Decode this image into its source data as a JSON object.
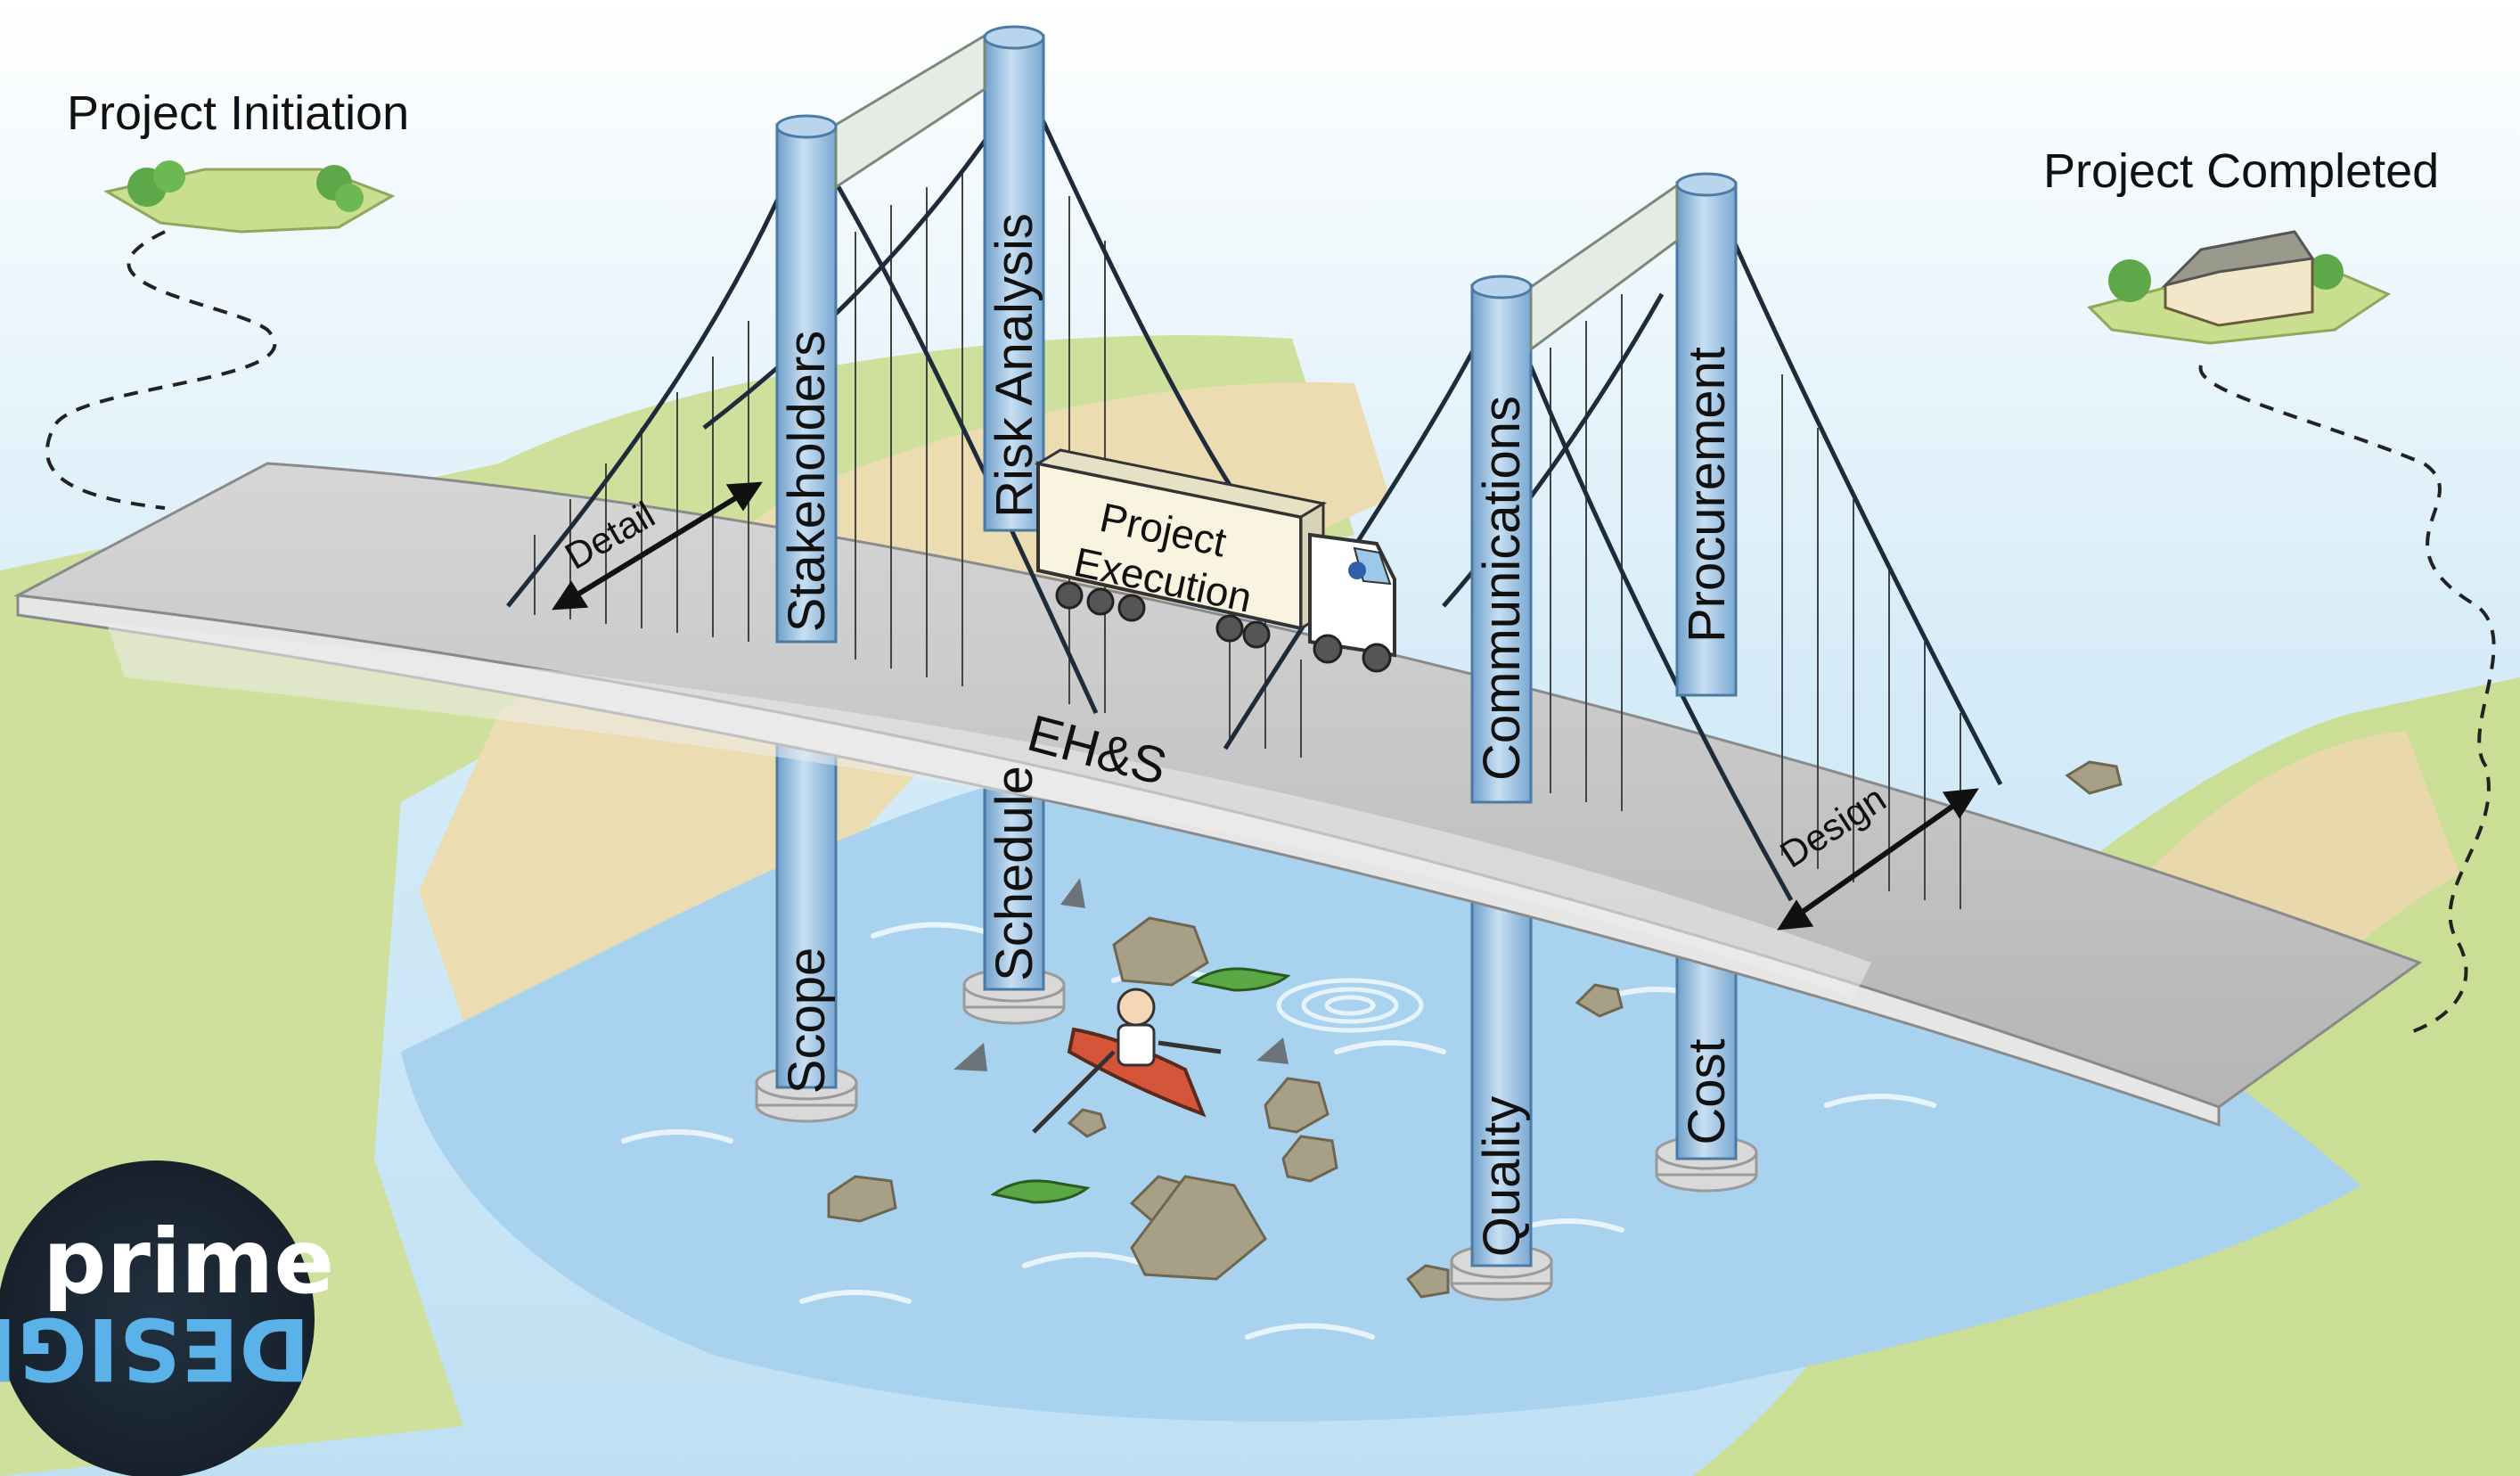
{
  "labels": {
    "start": "Project Initiation",
    "end": "Project Completed",
    "truck": [
      "Project",
      "Execution"
    ],
    "deck": "EH&S",
    "left_span": "Detail",
    "right_span": "Design"
  },
  "pillars": {
    "upper": [
      "Stakeholders",
      "Risk Analysis",
      "Communications",
      "Procurement"
    ],
    "lower": [
      "Scope",
      "Schedule",
      "Quality",
      "Cost"
    ]
  },
  "logo": {
    "top": "prime",
    "bottom": "DESIGN"
  },
  "colors": {
    "sky": "#dbeef8",
    "water": "#a9d2ef",
    "land": "#c9dc8f",
    "cliff": "#eadbb0",
    "deck": "#c7c7c7",
    "pillar": "#9fc3e3",
    "cable": "#1d2b3a",
    "logo_bg": "#1c2836",
    "logo_accent": "#5ab2e8"
  }
}
